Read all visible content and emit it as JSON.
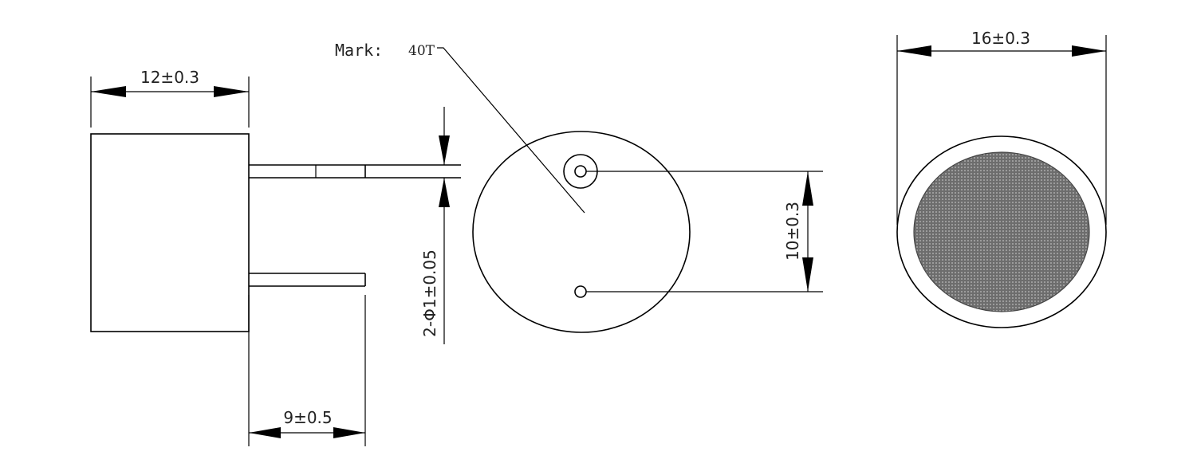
{
  "side_view": {
    "body_width_label": "12±0.3",
    "pin_length_label": "9±0.5",
    "pin_diameter_label": "2-Φ1±0.05"
  },
  "top_view": {
    "mark_label": "Mark:",
    "mark_value": "40T",
    "pin_spacing_label": "10±0.3"
  },
  "front_view": {
    "diameter_label": "16±0.3"
  }
}
